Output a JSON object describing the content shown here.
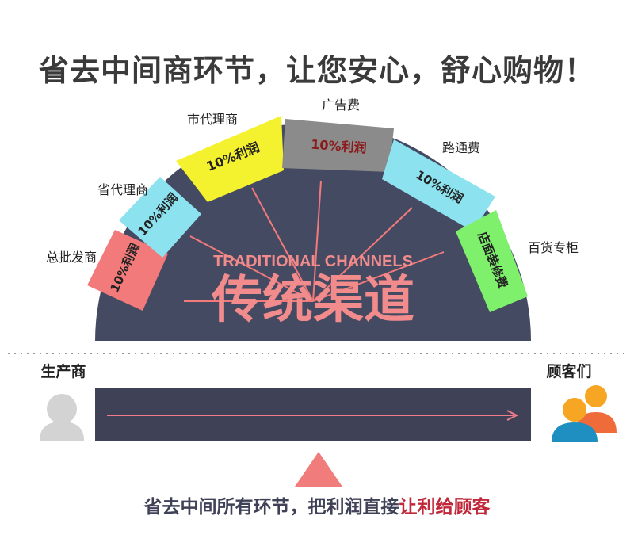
{
  "headline": "省去中间商环节，让您安心，舒心购物！",
  "arch": {
    "english_title": "TRADITIONAL CHANNELS",
    "chinese_title": "传统渠道"
  },
  "segments": [
    {
      "label": "总批发商",
      "box_text": "10%利润",
      "color": "#f27a7a"
    },
    {
      "label": "省代理商",
      "box_text": "10%利润",
      "color": "#8ce2ef"
    },
    {
      "label": "市代理商",
      "box_text": "10%利润",
      "color": "#f4f22e"
    },
    {
      "label": "广告费",
      "box_text": "10%利润",
      "color": "#8b8b8b"
    },
    {
      "label": "路通费",
      "box_text": "10%利润",
      "color": "#8ce2ef"
    },
    {
      "label": "百货专柜",
      "box_text": "店面装修费",
      "color": "#7ef06c"
    }
  ],
  "producer_label": "生产商",
  "customers_label": "顾客们",
  "footer": {
    "text_main": "省去中间所有环节，把利润直接",
    "text_highlight": "让利给顾客"
  },
  "colors": {
    "arch": "#454a63",
    "bar": "#3f4257",
    "arrow": "#f07c8c",
    "triangle": "#f07c7c",
    "title_pink": "#f28b8b"
  },
  "icons": {
    "producer": "person-icon",
    "customers": "customers-icon"
  }
}
